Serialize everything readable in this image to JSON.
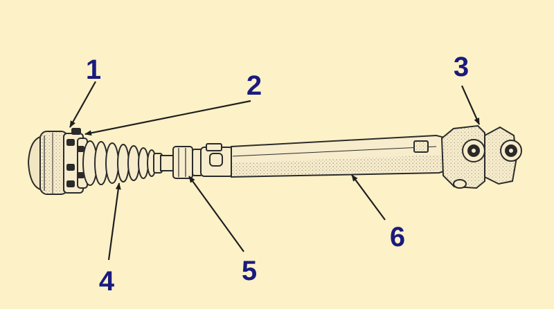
{
  "colors": {
    "background": "#fdf1c7",
    "callout_text": "#1a1a7e",
    "line_art": "#2a2a2a",
    "part_fill": "#f7eccb"
  },
  "callouts": [
    {
      "id": "1",
      "label": "1"
    },
    {
      "id": "2",
      "label": "2"
    },
    {
      "id": "3",
      "label": "3"
    },
    {
      "id": "4",
      "label": "4"
    },
    {
      "id": "5",
      "label": "5"
    },
    {
      "id": "6",
      "label": "6"
    }
  ]
}
